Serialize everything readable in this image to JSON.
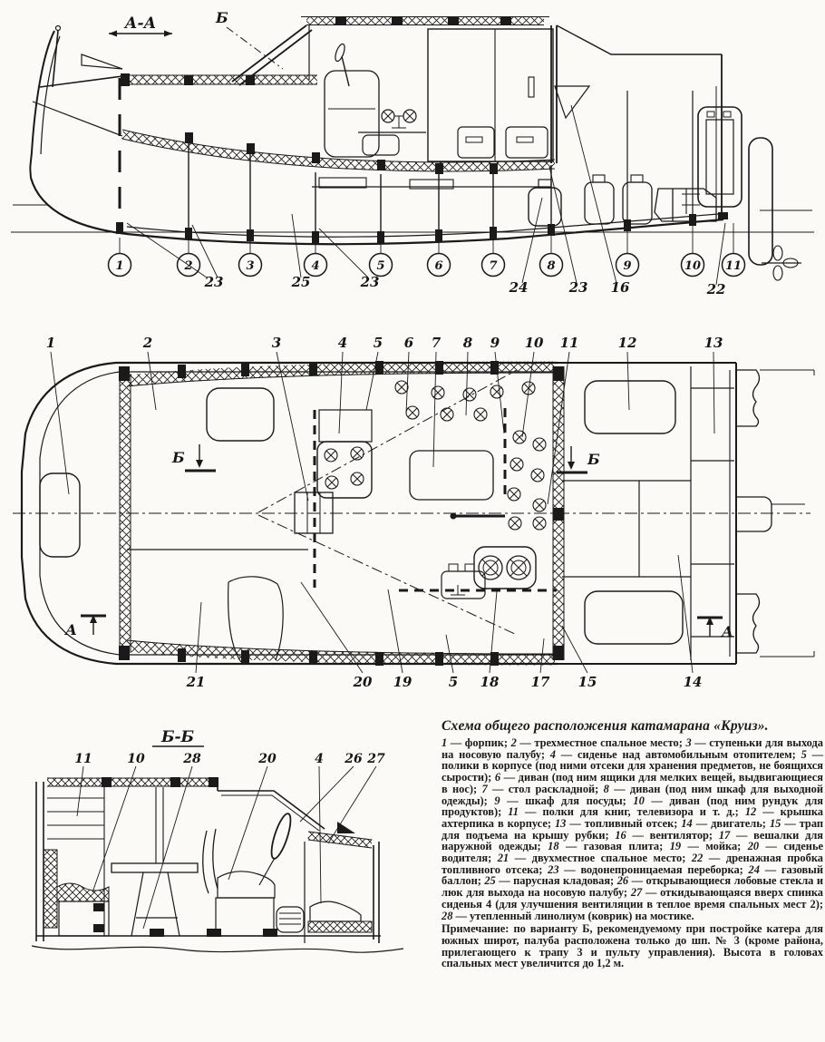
{
  "views": {
    "side": {
      "section_label": "А-А",
      "variant_mark": "Б",
      "stations": [
        "1",
        "2",
        "3",
        "4",
        "5",
        "6",
        "7",
        "8",
        "9",
        "10",
        "11"
      ],
      "callouts": [
        "23",
        "25",
        "23",
        "24",
        "23",
        "16",
        "22"
      ]
    },
    "plan": {
      "top_callouts": [
        "1",
        "2",
        "3",
        "4",
        "5",
        "6",
        "7",
        "8",
        "9",
        "10",
        "11",
        "12",
        "13"
      ],
      "bottom_callouts": [
        "21",
        "20",
        "19",
        "5",
        "18",
        "17",
        "15",
        "14"
      ],
      "section_marks": {
        "b": "Б",
        "a": "А"
      }
    },
    "section": {
      "section_label": "Б-Б",
      "callouts": [
        "11",
        "10",
        "28",
        "20",
        "4",
        "26",
        "27"
      ]
    }
  },
  "text": {
    "title": "Схема общего расположения катамарана «Круиз».",
    "legend": [
      {
        "n": "1",
        "t": "форпик"
      },
      {
        "n": "2",
        "t": "трехместное спальное место"
      },
      {
        "n": "3",
        "t": "ступеньки для выхода на носовую палубу"
      },
      {
        "n": "4",
        "t": "сиденье над автомобильным отопителем"
      },
      {
        "n": "5",
        "t": "полики в корпусе (под ними отсеки для хранения предметов, не боящихся сырости)"
      },
      {
        "n": "6",
        "t": "диван (под ним ящики для мелких вещей, выдвигающиеся в нос)"
      },
      {
        "n": "7",
        "t": "стол раскладной"
      },
      {
        "n": "8",
        "t": "диван (под ним шкаф для выходной одежды)"
      },
      {
        "n": "9",
        "t": "шкаф для посуды"
      },
      {
        "n": "10",
        "t": "диван (под ним рундук для продуктов)"
      },
      {
        "n": "11",
        "t": "полки для книг, телевизора и т. д."
      },
      {
        "n": "12",
        "t": "крышка ахтерпика в корпусе"
      },
      {
        "n": "13",
        "t": "топливный отсек"
      },
      {
        "n": "14",
        "t": "двигатель"
      },
      {
        "n": "15",
        "t": "трап для подъема на крышу рубки"
      },
      {
        "n": "16",
        "t": "вентилятор"
      },
      {
        "n": "17",
        "t": "вешалки для наружной одежды"
      },
      {
        "n": "18",
        "t": "газовая плита"
      },
      {
        "n": "19",
        "t": "мойка"
      },
      {
        "n": "20",
        "t": "сиденье водителя"
      },
      {
        "n": "21",
        "t": "двухместное спальное место"
      },
      {
        "n": "22",
        "t": "дренажная пробка топливного отсека"
      },
      {
        "n": "23",
        "t": "водонепроницаемая переборка"
      },
      {
        "n": "24",
        "t": "газовый баллон"
      },
      {
        "n": "25",
        "t": "парусная кладовая"
      },
      {
        "n": "26",
        "t": "открывающиеся лобовые стекла и люк для выхода на носовую палубу"
      },
      {
        "n": "27",
        "t": "откидывающаяся вверх спинка сиденья 4 (для улучшения вентиляции в теплое время спальных мест 2)"
      },
      {
        "n": "28",
        "t": "утепленный линолиум (коврик) на мостике"
      }
    ],
    "note_label": "Примечание:",
    "note": "по варианту Б, рекомендуемому при постройке катера для южных широт, палуба расположена только до шп. № 3 (кроме района, прилегающего к трапу 3 и пульту управления). Высота в головах спальных мест увеличится до 1,2 м."
  },
  "colors": {
    "ink": "#1a1a1a",
    "paper": "#fbfaf6"
  }
}
